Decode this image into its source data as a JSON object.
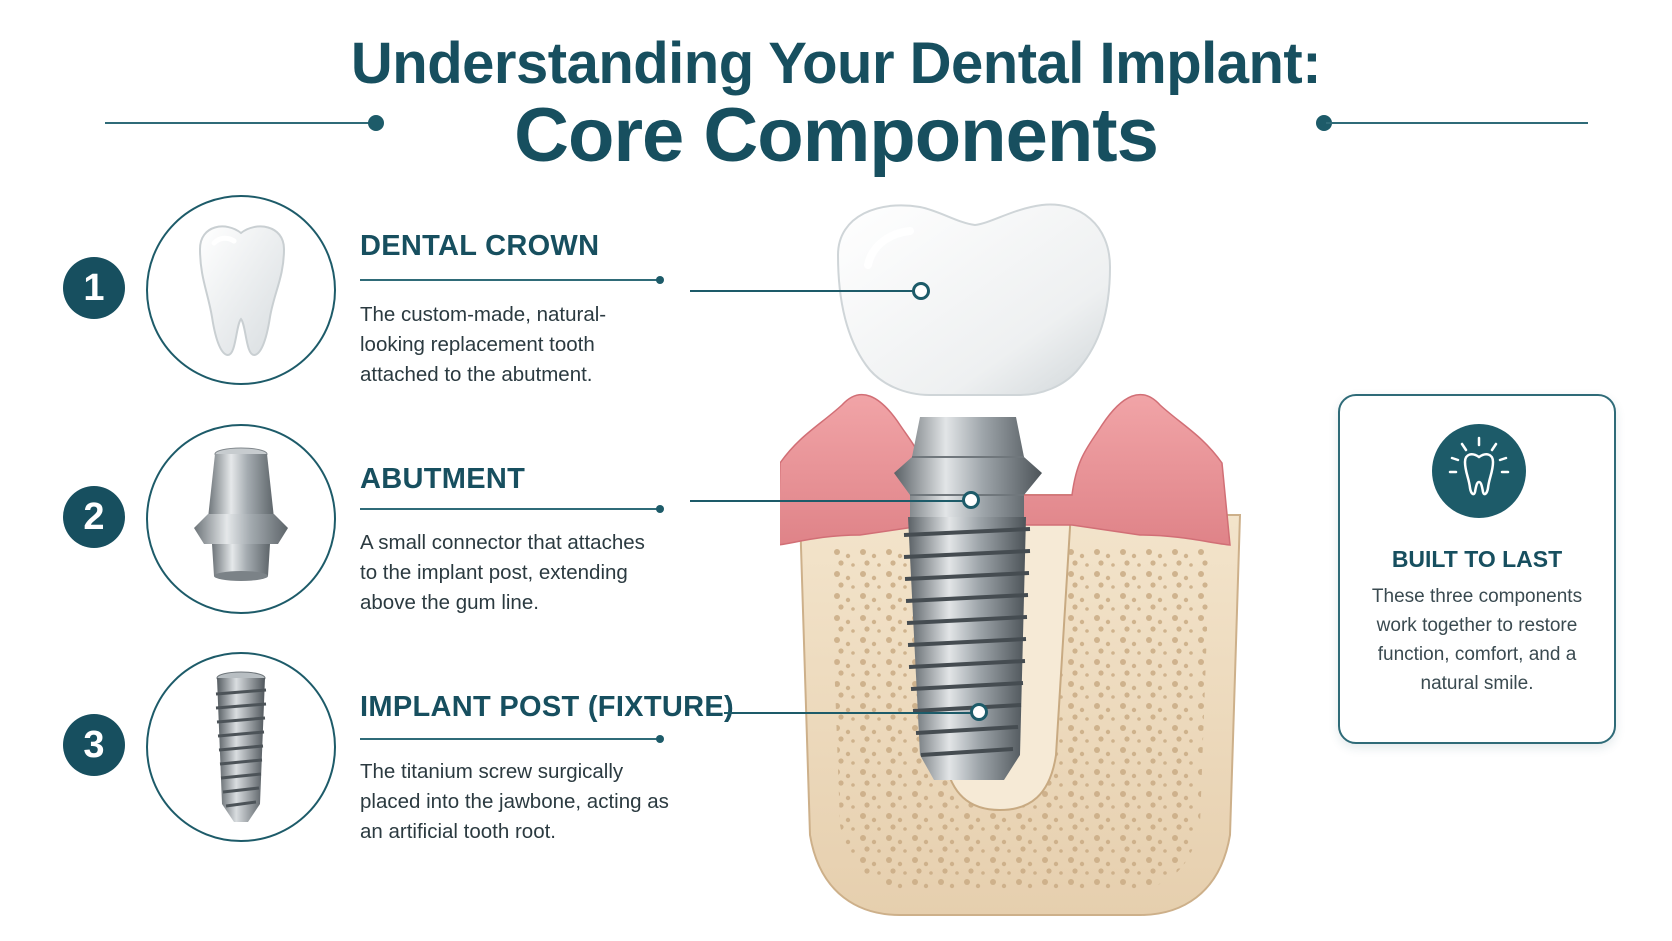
{
  "header": {
    "title_line1": "Understanding Your Dental Implant:",
    "title_line2": "Core Components"
  },
  "components": [
    {
      "number": "1",
      "icon": "tooth-icon",
      "title": "DENTAL CROWN",
      "description": "The custom-made, natural-looking replacement tooth attached to the abutment."
    },
    {
      "number": "2",
      "icon": "abutment-icon",
      "title": "ABUTMENT",
      "description": "A small connector that attaches to the implant post, extending above the gum line."
    },
    {
      "number": "3",
      "icon": "implant-screw-icon",
      "title": "IMPLANT POST (FIXTURE)",
      "description": "The titanium screw surgically placed into the jawbone, acting as an artificial tooth root."
    }
  ],
  "card": {
    "icon": "shining-tooth-icon",
    "title": "BUILT TO LAST",
    "description": "These three components work together to restore function, comfort, and a natural smile."
  },
  "colors": {
    "primary": "#174f5f",
    "accent": "#1d5b69",
    "gum": "#e58a8f",
    "bone": "#efdcc0",
    "titanium": "#9aa1a6"
  }
}
